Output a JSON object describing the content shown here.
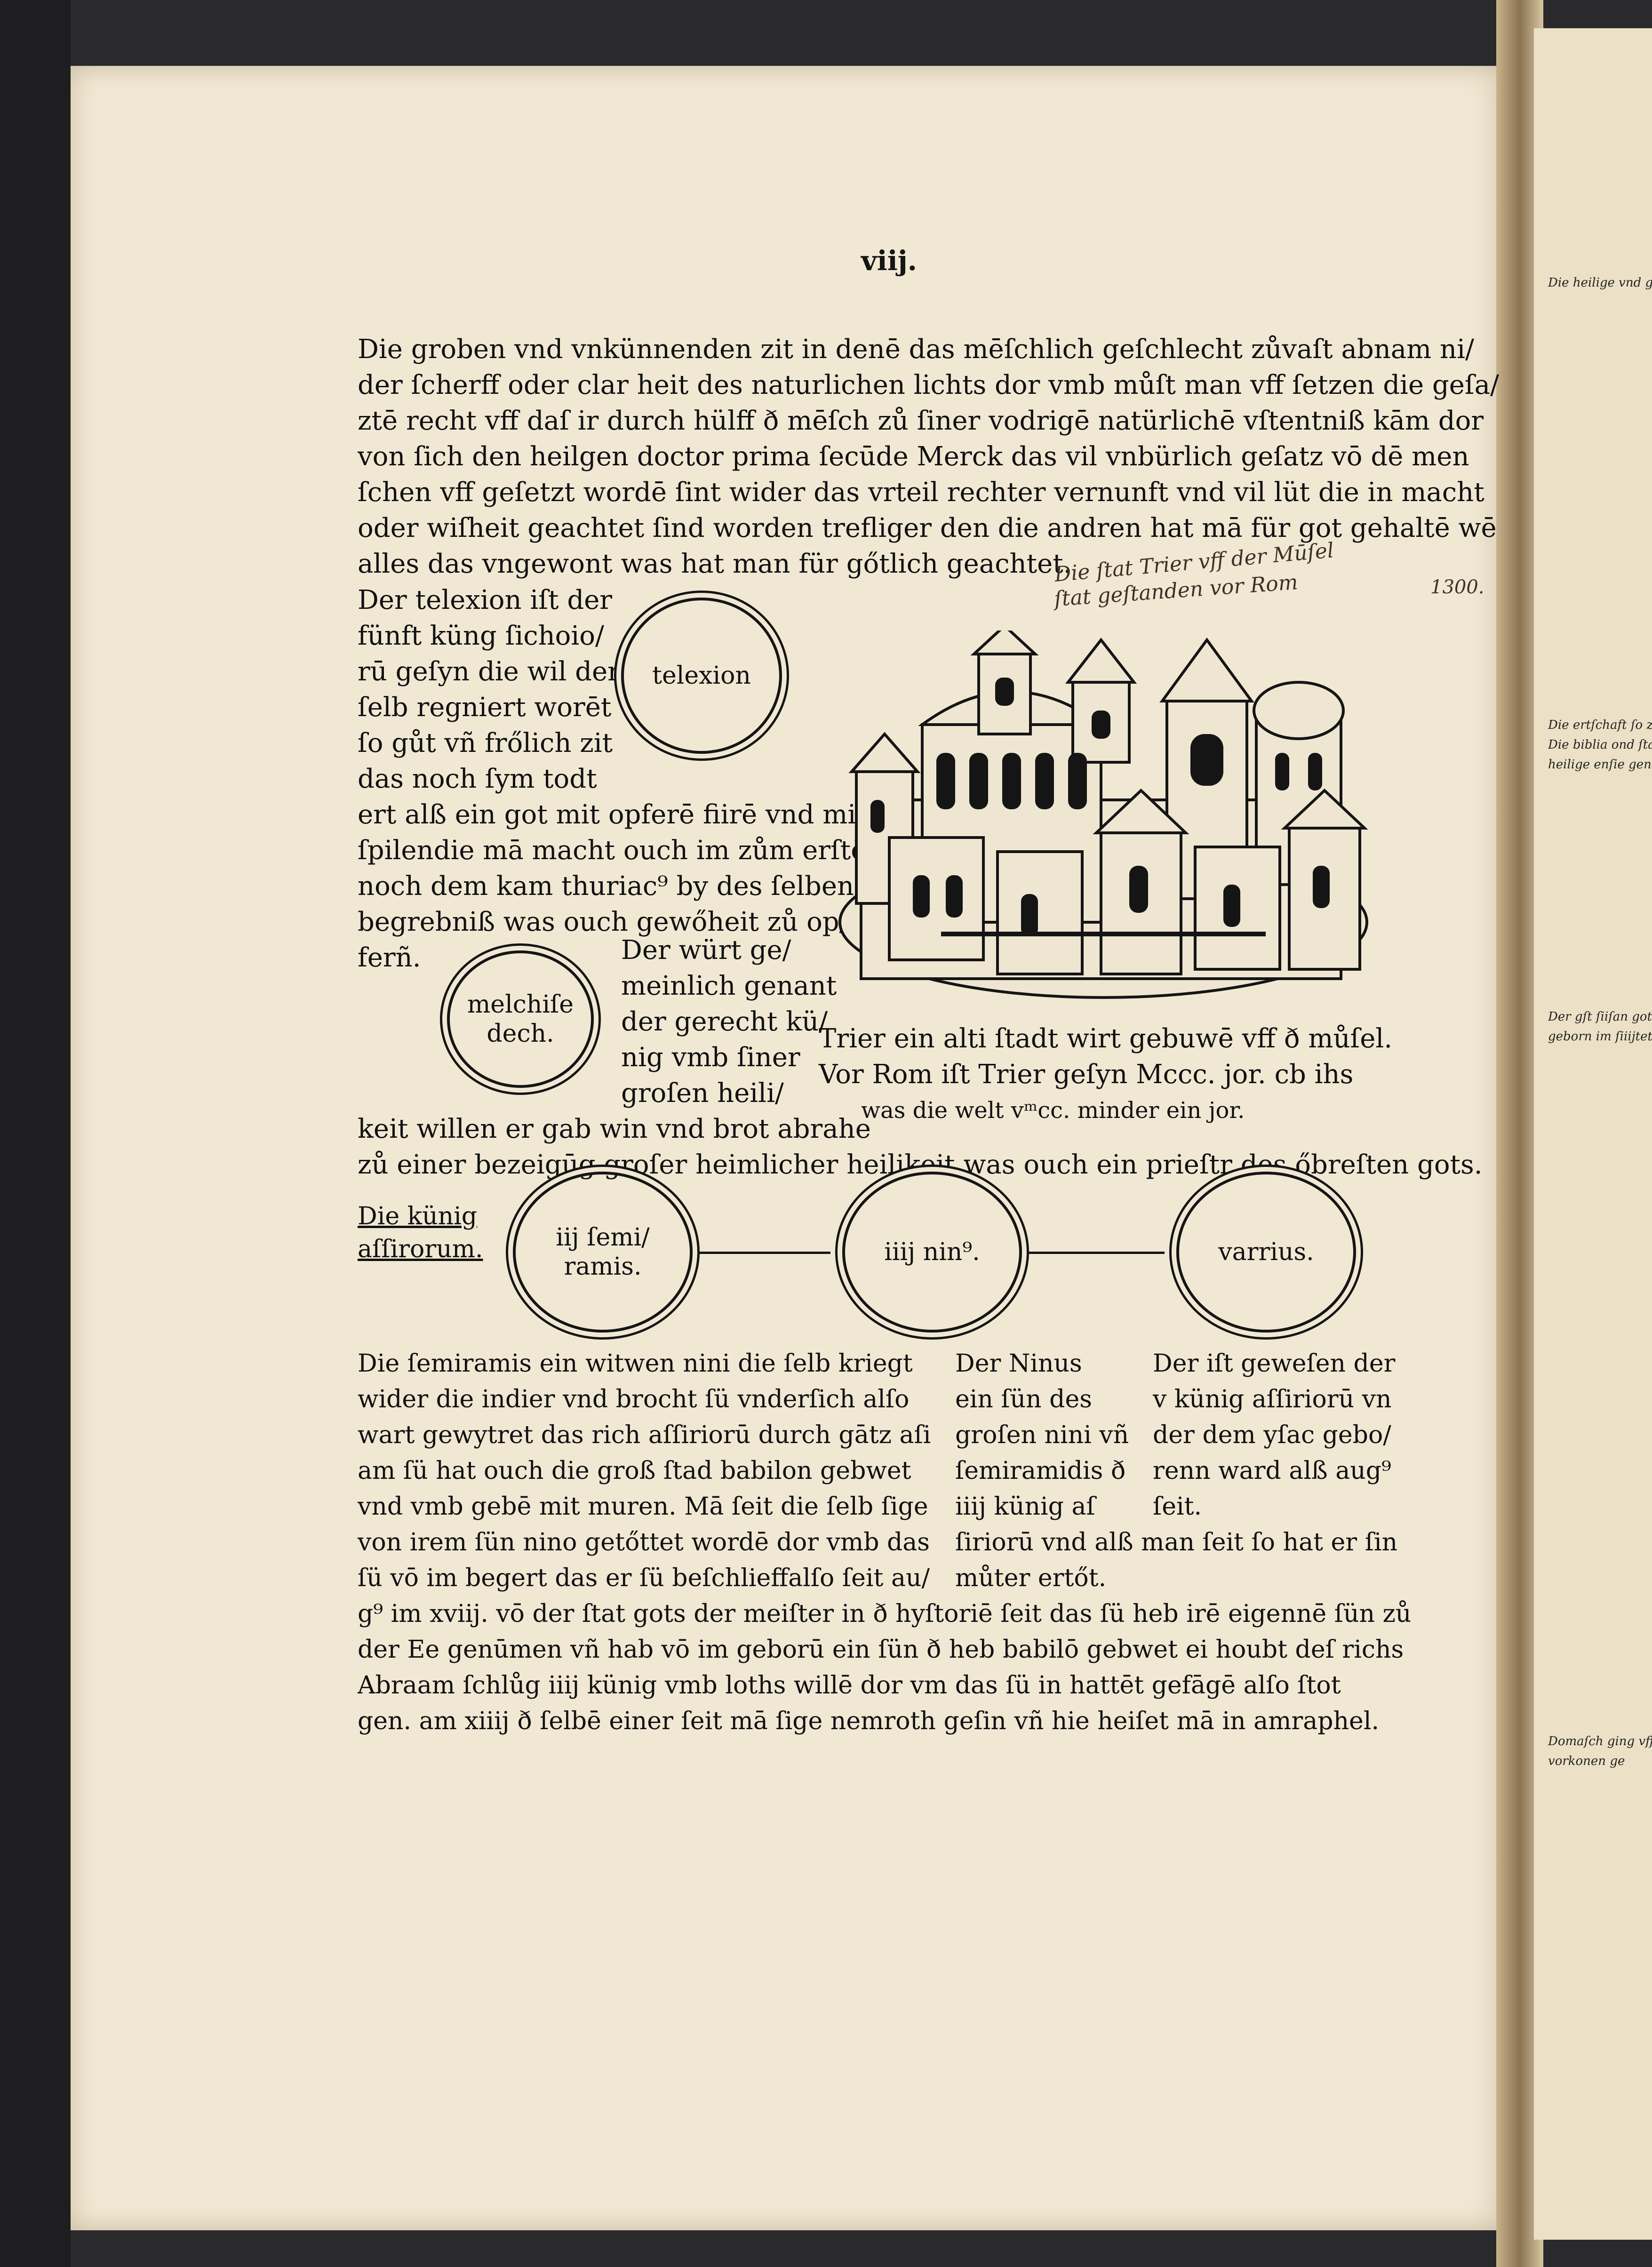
{
  "folio": "viij.",
  "intro_lines": [
    "Die groben vnd vnkünnenden zit in denē das mēſchlich geſchlecht zůvaſt abnam ni/",
    "der ſcherff oder clar heit des naturlichen lichts dor vmb můſt man vff ſetzen die geſa/",
    "ztē recht vff daſ ir durch hülff ð mēſch zů ſiner vodrigē natürlichē vſtentniß kām dor",
    "von ſich den heilgen doctor prima ſecūde Merck das vil vnbürlich geſatz vō dē men",
    "ſchen vff geſetzt wordē ſint wider das vrteil rechter vernunft vnd vil lüt die in macht",
    "oder wiſheit geachtet ſind worden trefliger den die andren hat mā für got gehaltē wē",
    "alles das vngewont was hat man für gőtlich geachtet."
  ],
  "handwritten_note": {
    "line1": "Die ſtat Trier vff der Mūſel",
    "line2": "ſtat geſtanden vor Rom",
    "year": "1300."
  },
  "telexion_text": [
    "Der telexion iſt der",
    "fünft küng ſichoio/",
    "rū geſyn die wil der",
    "ſelb regniert worēt",
    "ſo gůt vñ frőlich zit",
    "das noch ſym todt",
    "ert alß ein got mit opferē fiirē vnd mit",
    "ſpilendie mā macht ouch im zům erſtē",
    "noch dem kam thuriac⁹ by des ſelben",
    "begrebniß was ouch gewőheit zů op/",
    "ferñ."
  ],
  "melchisedech_text": [
    "Der würt ge/",
    "meinlich genant",
    "der gerecht kü/",
    "nig vmb ſiner",
    "groſen heili/",
    "keit willen er gab win vnd brot abrahe",
    "zů einer bezeigūg groſer heimlicher heilikeit was ouch ein prieſtr des őbreſten gots."
  ],
  "trier_caption": [
    "Trier ein alti ſtadt wirt gebuwē vff ð můſel.",
    "Vor Rom iſt Trier geſyn Mccc. jor. cb ihs",
    "was die welt vᵐcc. minder ein jor."
  ],
  "circles": {
    "telexion": "telexion",
    "melchisedech": [
      "melchiſe",
      "dech."
    ],
    "semiramis": [
      "iij ſemi/",
      "ramis."
    ],
    "ninus": "iiij nin⁹.",
    "varrius": "varrius."
  },
  "kings_heading": [
    "Die künig",
    "aſſirorum."
  ],
  "semiramis_text": [
    "Die ſemiramis ein witwen nini die ſelb kriegt",
    "wider die indier vnd brocht ſü vnderſich alſo",
    "wart gewytret das rich aſſiriorū durch gātz aſi",
    "am ſü hat ouch die groß ſtad babilon gebwet",
    "vnd vmb gebē mit muren. Mā ſeit die ſelb ſige",
    "von irem ſün nino getőttet wordē dor vmb das",
    "ſü vō im begert das er ſü beſchlieffalſo ſeit au/"
  ],
  "ninus_text": [
    "Der Ninus",
    "ein ſün des",
    "groſen nini vñ",
    "ſemiramidis ð",
    "iiij künig aſ",
    "ſiriorū vnd alß man ſeit ſo hat er ſin",
    "můter ertőt."
  ],
  "varrius_text": [
    "Der iſt geweſen der",
    "v künig aſſiriorū vn",
    "der dem yſac gebo/",
    "renn ward alß aug⁹",
    "ſeit."
  ],
  "closing_lines": [
    "g⁹ im xviij. vō der ſtat gots der meiſter in ð hyſtoriē ſeit das ſü heb irē eigennē ſün zů",
    "der Ee genūmen vñ hab vō im geborū ein ſün ð heb babilō gebwet ei houbt deſ richs",
    "   Abraam ſchlůg iiij künig vmb loths willē dor vm das ſü in hattēt gefāgē alſo ſtot",
    "gen. am xiiij ð ſelbē einer ſeit mā ſige nemroth geſin vñ hie heiſet mā in amraphel."
  ]
}
